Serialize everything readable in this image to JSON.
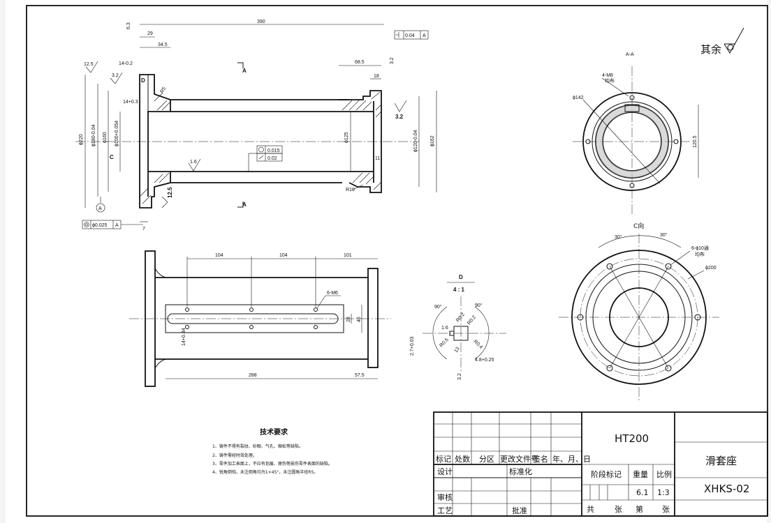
{
  "roughness_note": "其余",
  "section_label": "A-A",
  "view_c_label": "C向",
  "detail_label": "D",
  "detail_scale": "4 : 1",
  "tech_title": "技术要求",
  "tech_items": [
    "1、铸件不得有裂纹、砂眼、气孔、缩松等缺陷。",
    "2、铸件需经时效处理。",
    "3、零件加工表面上，不应有划痕、擦伤等损伤零件表面的缺陷。",
    "4、锐角倒钝，未注倒角均为1×45°，未注圆角半径R5。"
  ],
  "dims": {
    "d390": "390",
    "d29": "29",
    "d34_5": "34.5",
    "d14": "14-0.2",
    "d63": "6.3",
    "d12_5a": "12.5",
    "d3_2a": "3.2",
    "d68_5": "68.5",
    "d18": "18",
    "d3_2b": "3.2",
    "d3_2c": "3.2",
    "d220": "ϕ220",
    "d180": "ϕ180-0.04",
    "d160": "ϕ160",
    "d100": "ϕ100+0.054",
    "d125": "ϕ125",
    "d120": "ϕ120-0.04",
    "d162": "ϕ162",
    "d11": "11",
    "r10": "R10",
    "d1_6": "1.6",
    "d14b": "14+0.3",
    "r5": "R5",
    "d12_5b": "12.5",
    "d7": "7",
    "dD": "D",
    "dC": "C",
    "tol1": "0.015",
    "tol2": "0.02",
    "perp": "0.04",
    "perpA": "A",
    "coax": "ϕ0.025",
    "coaxA": "A",
    "secA": "A",
    "datumA": "A",
    "m8": "4-M8",
    "m8b": "均布",
    "d142": "ϕ142",
    "d120_5": "120.5",
    "ang30a": "30°",
    "ang30b": "30°",
    "holes": "6-ϕ10通",
    "holesb": "均布",
    "d200": "ϕ200",
    "d104a": "104",
    "d104b": "104",
    "d101": "101",
    "m6": "6-M6",
    "d288": "288",
    "d57_5": "57.5",
    "d28": "28",
    "d46": "46",
    "d14c": "14+0.34",
    "a90a": "90°",
    "a90b": "90°",
    "r0_2a": "R0.2",
    "r0_2b": "R0.2",
    "d1_6b": "1.6",
    "r0_5": "R0.5",
    "r0_4": "R0.4",
    "d2_7": "2.7+0.03",
    "d4_8": "4.8+0.25",
    "ra13": "13",
    "d3_2d": "3.2"
  },
  "title_block": {
    "material": "HT200",
    "part_name": "滑套座",
    "drawing_no": "XHKS-02",
    "headers": [
      "标记",
      "处数",
      "分区",
      "更改文件号",
      "签名",
      "年、月、日"
    ],
    "design": "设计",
    "standard": "标准化",
    "stage": "阶段标记",
    "weight_label": "重量",
    "scale_label": "比例",
    "weight": "6.1",
    "scale": "1:3",
    "review": "审核",
    "process": "工艺",
    "approve": "批准",
    "total": "共",
    "sheet_unit": "张",
    "sheet_no": "第",
    "sheet_unit2": "张"
  }
}
